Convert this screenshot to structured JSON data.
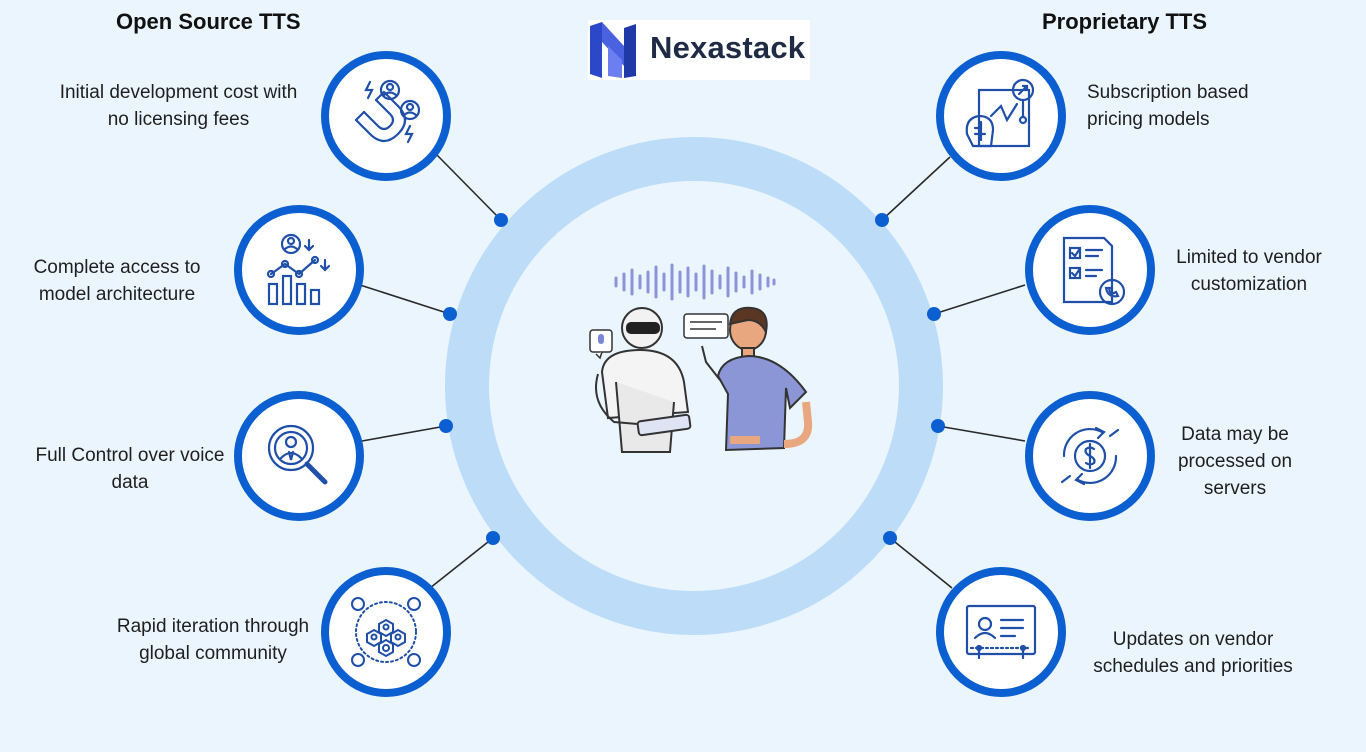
{
  "brand": {
    "name": "Nexastack"
  },
  "left": {
    "title": "Open Source TTS",
    "items": [
      {
        "line1": "Initial development cost with",
        "line2": "no licensing fees",
        "icon": "magnet-users-icon"
      },
      {
        "line1": "Complete access to",
        "line2": "model architecture",
        "icon": "analytics-icon"
      },
      {
        "line1": "Full Control over voice",
        "line2": "data",
        "icon": "search-user-icon"
      },
      {
        "line1": "Rapid iteration through",
        "line2": "global community",
        "icon": "global-network-icon"
      }
    ]
  },
  "right": {
    "title": "Proprietary TTS",
    "items": [
      {
        "line1": "Subscription based",
        "line2": "pricing models",
        "icon": "ai-analysis-icon"
      },
      {
        "line1": "Limited to vendor",
        "line2": "customization",
        "icon": "checklist-support-icon"
      },
      {
        "line1": "Data may be",
        "line2": "processed on",
        "line3": "servers",
        "icon": "currency-cycle-icon"
      },
      {
        "line1": "Updates on vendor",
        "line2": "schedules and priorities",
        "icon": "profile-card-icon"
      }
    ]
  },
  "colors": {
    "accent": "#0c5fd1",
    "ring": "#bcdcf8",
    "background": "#eaf5fd",
    "dot": "#0c5fd1"
  }
}
